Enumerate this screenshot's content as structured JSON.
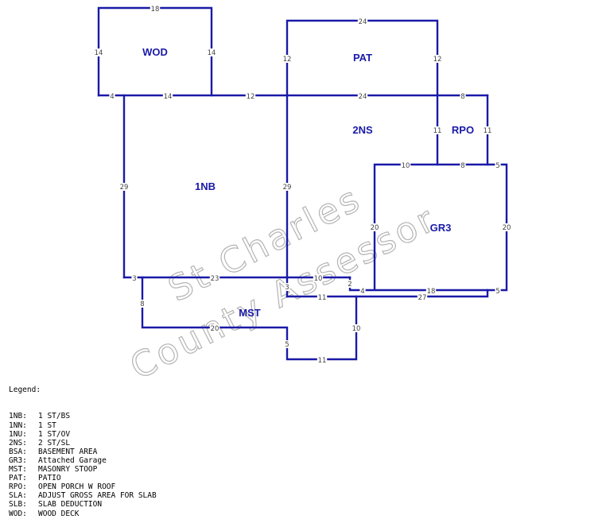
{
  "areas": {
    "wod": "WOD",
    "pat": "PAT",
    "twons": "2NS",
    "rpo": "RPO",
    "onenb": "1NB",
    "gr3": "GR3",
    "mst": "MST"
  },
  "dimensions": {
    "wod_top": "18",
    "wod_left": "14",
    "wod_right": "14",
    "wod_bottom_left": "4",
    "wod_bottom": "14",
    "pat_top": "24",
    "pat_left": "12",
    "pat_right": "12",
    "line_12": "12",
    "pat_bottom": "24",
    "rpo_top": "8",
    "rpo_left": "11",
    "rpo_right": "11",
    "nb_left": "29",
    "twons_left": "29",
    "gr_top_10": "10",
    "gr_top_8": "8",
    "gr_top_corner": "5",
    "gr_left": "20",
    "gr_right": "20",
    "nb_bottom_3": "3",
    "nb_bottom_23": "23",
    "nb_bottom_10": "10",
    "step_2": "2",
    "step_4": "4",
    "gr_bottom_18": "18",
    "gr_bottom_corner": "5",
    "stoop_3": "3",
    "stoop_11": "11",
    "bottom_27": "27",
    "mst_left": "8",
    "mst_bottom": "20",
    "mst_right": "10",
    "mst_notch": "5",
    "mst_base": "11"
  },
  "watermark": {
    "line1": "St Charles",
    "line2": "County Assessor"
  },
  "legend": {
    "title": "Legend:",
    "items": [
      {
        "code": "1NB:",
        "desc": "1 ST/BS"
      },
      {
        "code": "1NN:",
        "desc": "1 ST"
      },
      {
        "code": "1NU:",
        "desc": "1 ST/OV"
      },
      {
        "code": "2NS:",
        "desc": "2 ST/SL"
      },
      {
        "code": "BSA:",
        "desc": "BASEMENT AREA"
      },
      {
        "code": "GR3:",
        "desc": "Attached Garage"
      },
      {
        "code": "MST:",
        "desc": "MASONRY STOOP"
      },
      {
        "code": "PAT:",
        "desc": "PATIO"
      },
      {
        "code": "RPO:",
        "desc": "OPEN PORCH W ROOF"
      },
      {
        "code": "SLA:",
        "desc": "ADJUST GROSS AREA FOR SLAB"
      },
      {
        "code": "SLB:",
        "desc": "SLAB DEDUCTION"
      },
      {
        "code": "WOD:",
        "desc": "WOOD DECK"
      }
    ]
  },
  "colors": {
    "line": "#1a1aa8",
    "label": "#1a1aa8",
    "dimension_text": "#444444",
    "watermark_outline": "#b4b4b4"
  }
}
